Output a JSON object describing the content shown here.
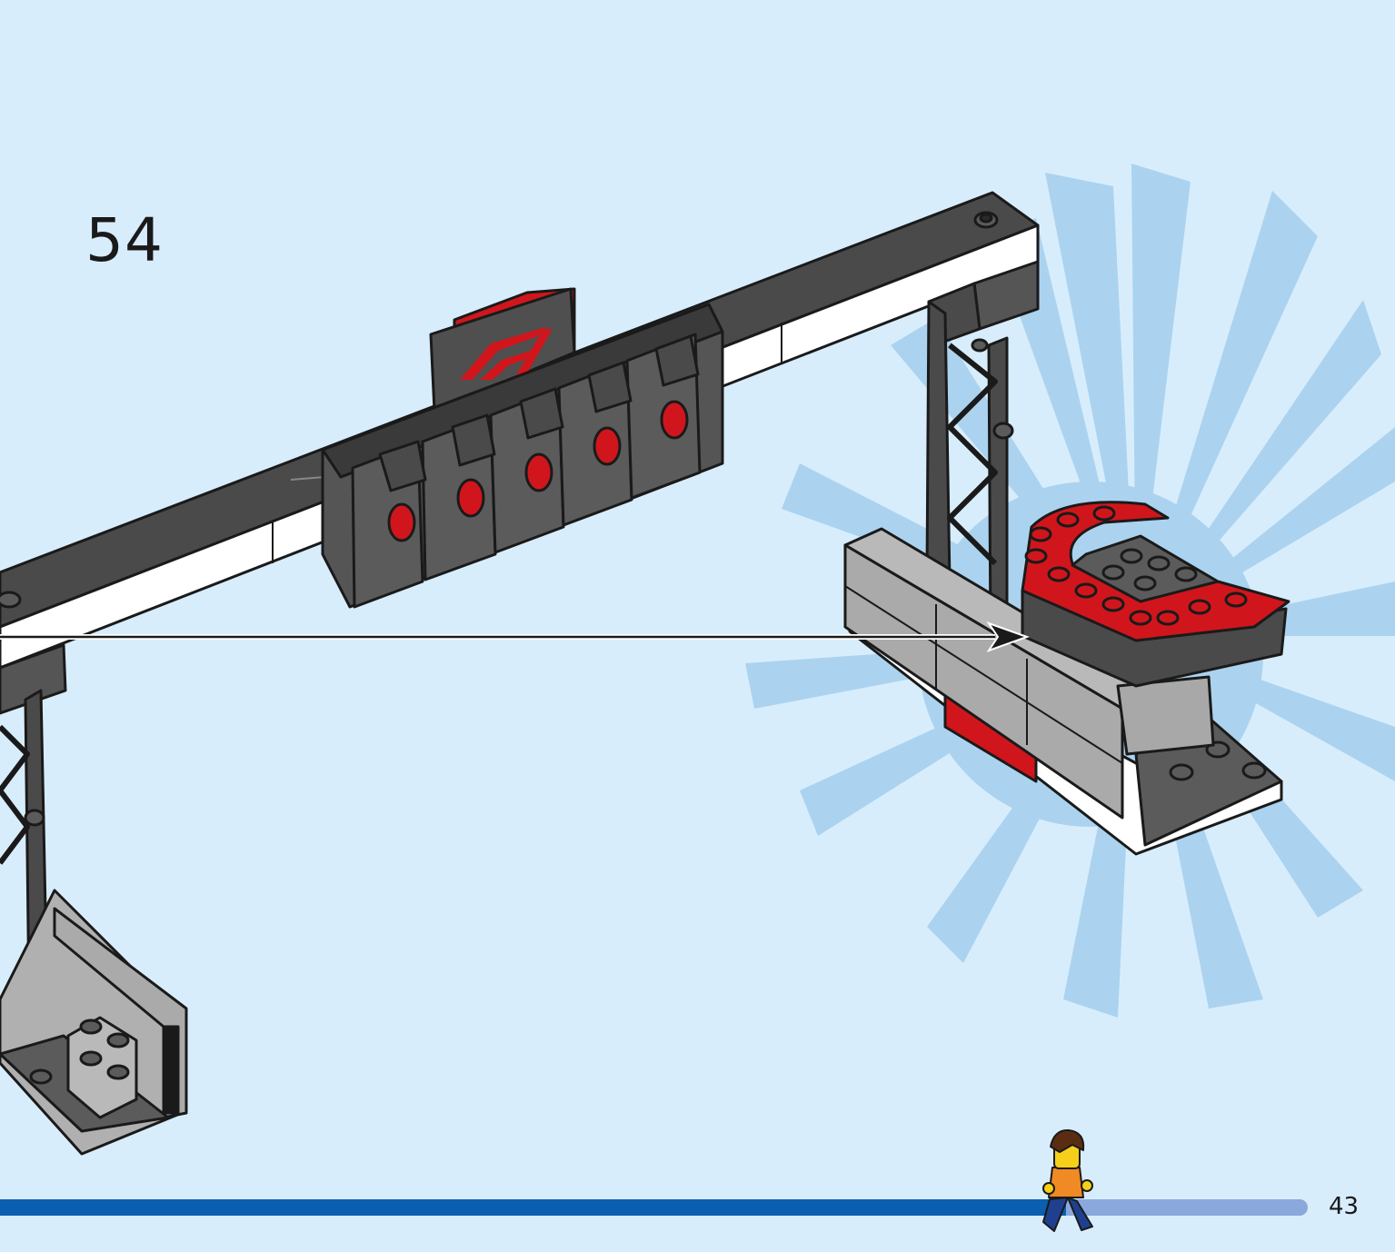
{
  "page": {
    "step_number": "54",
    "page_number": "43"
  },
  "progress": {
    "fraction": 0.82,
    "filled_color": "#0a5fb0",
    "track_color": "#8aa8dc"
  },
  "colors": {
    "background": "#d8edfc",
    "burst": "#a9d2ef",
    "brick_red": "#d0161c",
    "brick_dark_grey": "#5b5b5b",
    "brick_light_grey": "#b9b9b9",
    "brick_white": "#ffffff",
    "outline": "#1a1a1a"
  },
  "icons": {
    "assembly_arrow": "arrow-right-icon",
    "f1_logo": "f1-logo-icon",
    "progress_figure": "minifigure-runner-icon"
  }
}
